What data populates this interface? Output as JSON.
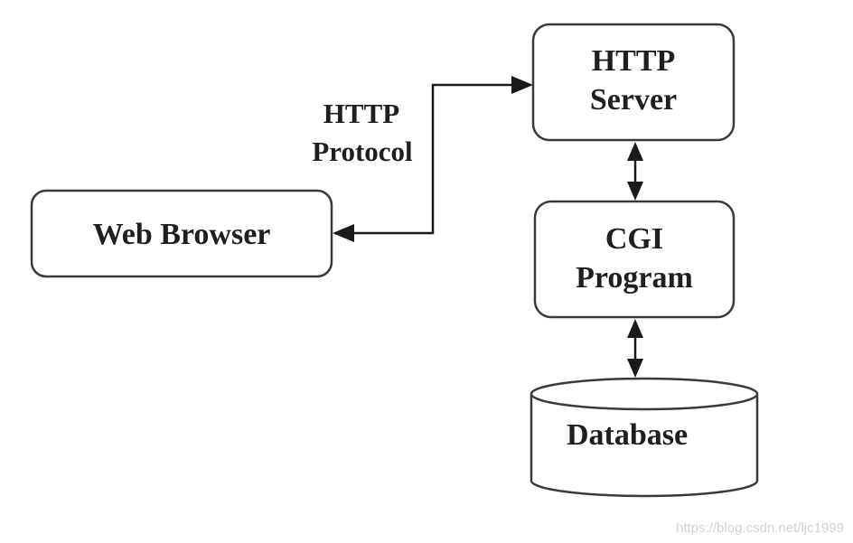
{
  "nodes": {
    "web_browser": {
      "label": "Web Browser"
    },
    "http_server": {
      "line1": "HTTP",
      "line2": "Server"
    },
    "cgi_program": {
      "line1": "CGI",
      "line2": "Program"
    },
    "database": {
      "label": "Database"
    }
  },
  "edges": {
    "protocol": {
      "line1": "HTTP",
      "line2": "Protocol"
    }
  },
  "watermark": "https://blog.csdn.net/ljc1999"
}
